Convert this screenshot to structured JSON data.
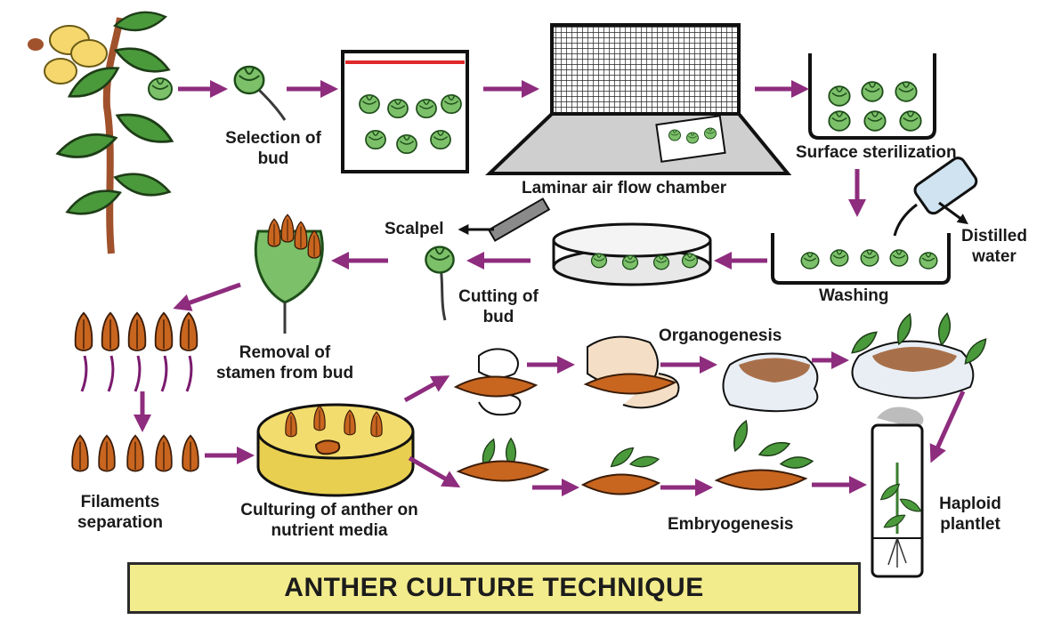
{
  "title": "ANTHER CULTURE TECHNIQUE",
  "labels": {
    "selection_1": "Selection of",
    "selection_2": "bud",
    "laminar": "Laminar air flow chamber",
    "surface": "Surface sterilization",
    "distilled_1": "Distilled",
    "distilled_2": "water",
    "washing": "Washing",
    "scalpel": "Scalpel",
    "cutting_1": "Cutting of",
    "cutting_2": "bud",
    "removal_1": "Removal of",
    "removal_2": "stamen from bud",
    "filaments_1": "Filaments",
    "filaments_2": "separation",
    "culturing_1": "Culturing of anther on",
    "culturing_2": "nutrient media",
    "organogenesis": "Organogenesis",
    "embryogenesis": "Embryogenesis",
    "haploid_1": "Haploid",
    "haploid_2": "plantlet"
  },
  "colors": {
    "arrow": "#8e2c7e",
    "leaf": "#4a9a3c",
    "bud": "#7cc06a",
    "anther": "#c8651f",
    "stem": "#a0522d",
    "flower": "#f5d76e",
    "media": "#f2dc6e",
    "title_bg": "#f3ec8c"
  }
}
